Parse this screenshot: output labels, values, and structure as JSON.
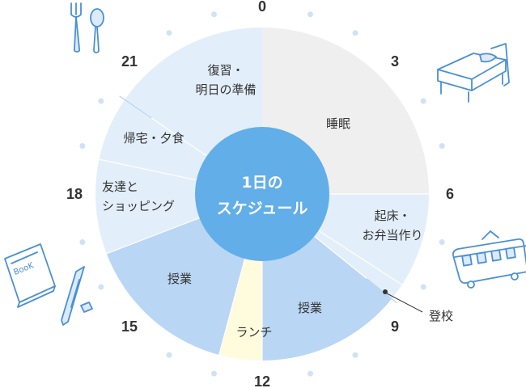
{
  "diagram": {
    "center_label": [
      "1日の",
      "スケジュール"
    ],
    "hour_labels": [
      {
        "hour": 0,
        "text": "0"
      },
      {
        "hour": 3,
        "text": "3"
      },
      {
        "hour": 6,
        "text": "6"
      },
      {
        "hour": 9,
        "text": "9"
      },
      {
        "hour": 12,
        "text": "12"
      },
      {
        "hour": 15,
        "text": "15"
      },
      {
        "hour": 18,
        "text": "18"
      },
      {
        "hour": 21,
        "text": "21"
      }
    ],
    "segments": [
      {
        "id": "sleep",
        "start": 0,
        "end": 6,
        "color": "#efefef",
        "label": [
          "睡眠"
        ]
      },
      {
        "id": "wakeup",
        "start": 6,
        "end": 8.2,
        "color": "#e3eefb",
        "label": [
          "起床・",
          "お弁当作り"
        ]
      },
      {
        "id": "commute",
        "start": 8.2,
        "end": 8.6,
        "color": "#e3eefb",
        "label": []
      },
      {
        "id": "class-am",
        "start": 8.6,
        "end": 12,
        "color": "#b9d6f4",
        "label": [
          "授業"
        ]
      },
      {
        "id": "lunch",
        "start": 12,
        "end": 13,
        "color": "#fffbdc",
        "label": [
          "ランチ"
        ]
      },
      {
        "id": "class-pm",
        "start": 13,
        "end": 16.6,
        "color": "#b9d6f4",
        "label": [
          "授業"
        ]
      },
      {
        "id": "shopping",
        "start": 16.6,
        "end": 18.8,
        "color": "#e3eefb",
        "label": [
          "友達と",
          "ショッピング"
        ]
      },
      {
        "id": "dinner",
        "start": 18.8,
        "end": 20.3,
        "color": "#e3eefb",
        "label": [
          "帰宅・夕食"
        ]
      },
      {
        "id": "review",
        "start": 20.3,
        "end": 24,
        "color": "#e3eefb",
        "label": [
          "復習・",
          "明日の準備"
        ]
      }
    ],
    "callout": {
      "label": "登校",
      "hour": 8.4
    },
    "colors": {
      "center": "#62aee8",
      "divider": "#a9cdee",
      "dots": "#cfe3f5"
    },
    "icons": [
      "fork-spoon-icon",
      "bed-icon",
      "train-icon",
      "book-pen-icon"
    ]
  }
}
